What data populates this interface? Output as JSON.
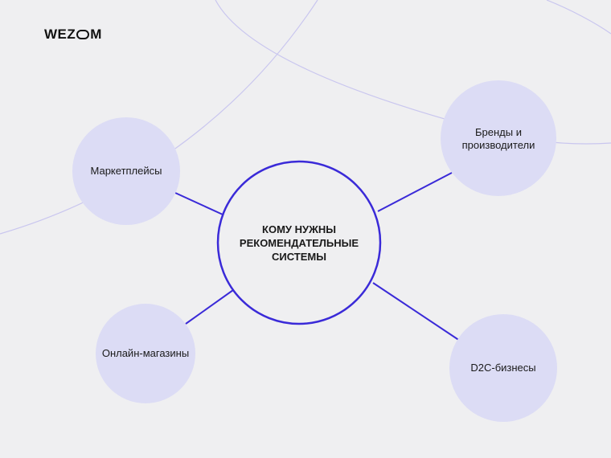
{
  "brand": {
    "logo_prefix": "WEZ",
    "logo_suffix": "M"
  },
  "colors": {
    "background": "#efeff1",
    "accent": "#3a2ad8",
    "node_fill": "#dcdcf5",
    "decor_line": "#c9c6ef"
  },
  "diagram": {
    "center": "КОМУ НУЖНЫ РЕКОМЕНДАТЕЛЬНЫЕ СИСТЕМЫ",
    "nodes": [
      {
        "label": "Маркетплейсы"
      },
      {
        "label": "Бренды и производители"
      },
      {
        "label": "Онлайн-магазины"
      },
      {
        "label": "D2C-бизнесы"
      }
    ]
  }
}
